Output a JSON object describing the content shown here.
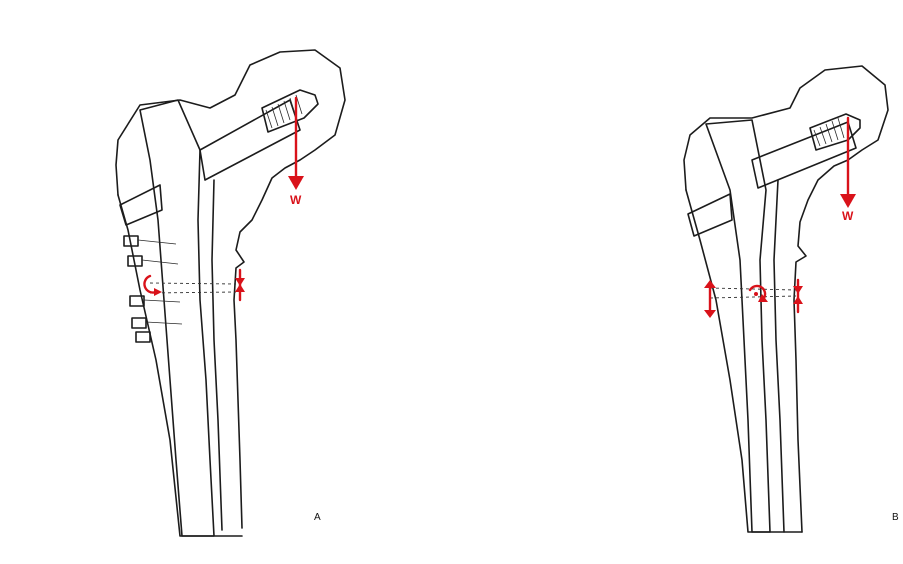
{
  "panels": [
    {
      "id": "A",
      "label": "A",
      "force_label": "W"
    },
    {
      "id": "B",
      "label": "B",
      "force_label": "W"
    }
  ],
  "colors": {
    "force": "#d9121a",
    "ink": "#1c1c1c",
    "background": "#ffffff"
  }
}
